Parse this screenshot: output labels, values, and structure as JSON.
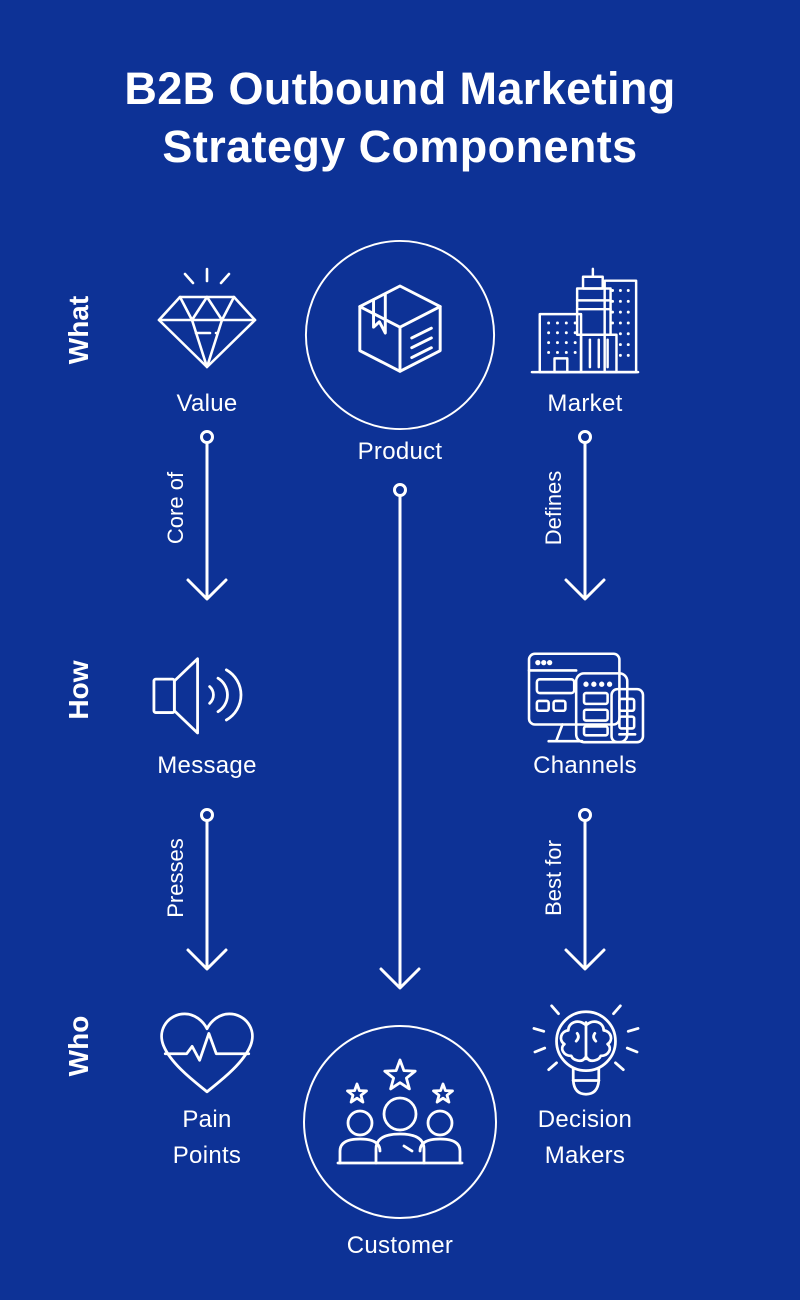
{
  "title": {
    "line1": "B2B Outbound Marketing",
    "line2": "Strategy Components"
  },
  "side_labels": [
    "What",
    "How",
    "Who"
  ],
  "nodes": {
    "value": {
      "label": "Value",
      "icon": "diamond-icon"
    },
    "product": {
      "label": "Product",
      "icon": "package-box-icon"
    },
    "market": {
      "label": "Market",
      "icon": "buildings-icon"
    },
    "message": {
      "label": "Message",
      "icon": "speaker-icon"
    },
    "channels": {
      "label": "Channels",
      "icon": "devices-icon"
    },
    "pain_points": {
      "line1": "Pain",
      "line2": "Points",
      "icon": "heart-pulse-icon"
    },
    "customer": {
      "label": "Customer",
      "icon": "people-stars-icon"
    },
    "decision_makers": {
      "line1": "Decision",
      "line2": "Makers",
      "icon": "lightbulb-brain-icon"
    }
  },
  "arrows": {
    "value_to_message": {
      "from": "Value",
      "to": "Message",
      "label": "Core of"
    },
    "product_to_customer": {
      "from": "Product",
      "to": "Customer",
      "label": ""
    },
    "market_to_channels": {
      "from": "Market",
      "to": "Channels",
      "label": "Defines"
    },
    "message_to_pain_points": {
      "from": "Message",
      "to": "Pain Points",
      "label": "Presses"
    },
    "channels_to_decision_makers": {
      "from": "Channels",
      "to": "Decision Makers",
      "label": "Best for"
    }
  },
  "colors": {
    "background": "#0d3296",
    "foreground": "#ffffff"
  }
}
